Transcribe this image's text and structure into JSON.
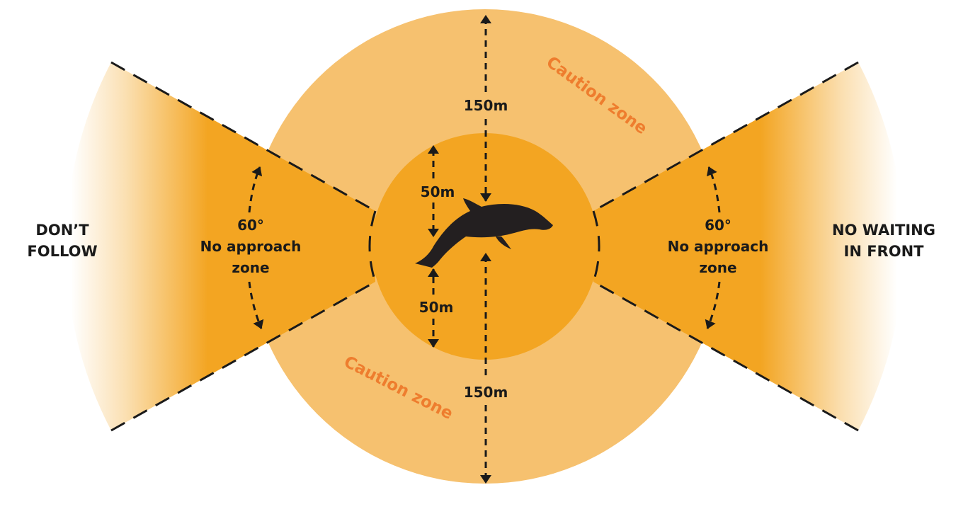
{
  "labels": {
    "left_action": [
      "DON’T",
      "FOLLOW"
    ],
    "right_action": [
      "NO WAITING",
      "IN FRONT"
    ],
    "left_zone": {
      "angle": "60°",
      "line1": "No approach",
      "line2": "zone"
    },
    "right_zone": {
      "angle": "60°",
      "line1": "No approach",
      "line2": "zone"
    },
    "caution_top": "Caution zone",
    "caution_bottom": "Caution zone",
    "dist_150_top": "150m",
    "dist_150_bottom": "150m",
    "dist_50_top": "50m",
    "dist_50_bottom": "50m"
  },
  "colors": {
    "caution_zone": "#f6c16f",
    "inner_zone": "#f3a522",
    "no_approach": "#f3a522",
    "caution_text": "#ee7d2e",
    "lines": "#1a1a1a",
    "dolphin": "#231f20"
  },
  "icons": {
    "animal": "dolphin-icon"
  }
}
